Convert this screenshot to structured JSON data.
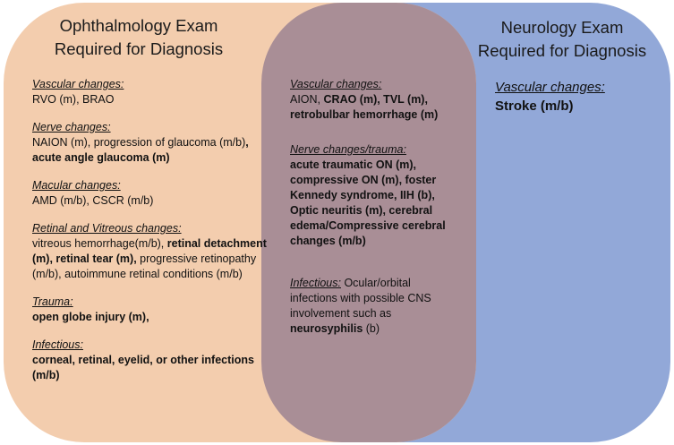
{
  "colors": {
    "ophthalmology_region": "#f3cdae",
    "overlap_region": "#a98e96",
    "neurology_region": "#92a8d8",
    "outline": "#9aa6c8"
  },
  "ophthalmology": {
    "heading_line1": "Ophthalmology Exam",
    "heading_line2": "Required for Diagnosis",
    "sections": {
      "vascular": {
        "title": "Vascular changes:",
        "text": "RVO (m), BRAO"
      },
      "nerve": {
        "title": "Nerve changes:",
        "text1": "NAION (m), progression of glaucoma (m/b)",
        "bold1": ", acute angle glaucoma (m)"
      },
      "macular": {
        "title": "Macular changes:",
        "text": "AMD (m/b), CSCR (m/b)"
      },
      "retinal": {
        "title": "Retinal and Vitreous changes:",
        "text1": "vitreous hemorrhage(m/b), ",
        "bold1": "retinal detachment (m), retinal tear (m),",
        "text2": " progressive retinopathy (m/b), autoimmune retinal conditions (m/b)"
      },
      "trauma": {
        "title": "Trauma:",
        "bold": "open globe injury (m),"
      },
      "infectious": {
        "title": "Infectious:",
        "bold": "corneal, retinal, eyelid, or other infections (m/b)"
      }
    }
  },
  "overlap": {
    "sections": {
      "vascular": {
        "title": "Vascular changes:",
        "text1": "AION, ",
        "bold1": "CRAO (m), TVL (m), retrobulbar hemorrhage (m)"
      },
      "nerve": {
        "title": "Nerve changes/trauma:",
        "bold": "acute traumatic ON (m), compressive ON (m), foster Kennedy syndrome, IIH (b), Optic neuritis (m), cerebral edema/Compressive cerebral changes (m/b)"
      },
      "infectious": {
        "title": "Infectious:",
        "text1": " Ocular/orbital infections with possible CNS involvement such as ",
        "bold1": "neurosyphilis",
        "text2": " (b)"
      }
    }
  },
  "neurology": {
    "heading_line1": "Neurology Exam",
    "heading_line2": "Required for Diagnosis",
    "vascular": {
      "title": "Vascular changes:",
      "bold": "Stroke (m/b)"
    }
  }
}
